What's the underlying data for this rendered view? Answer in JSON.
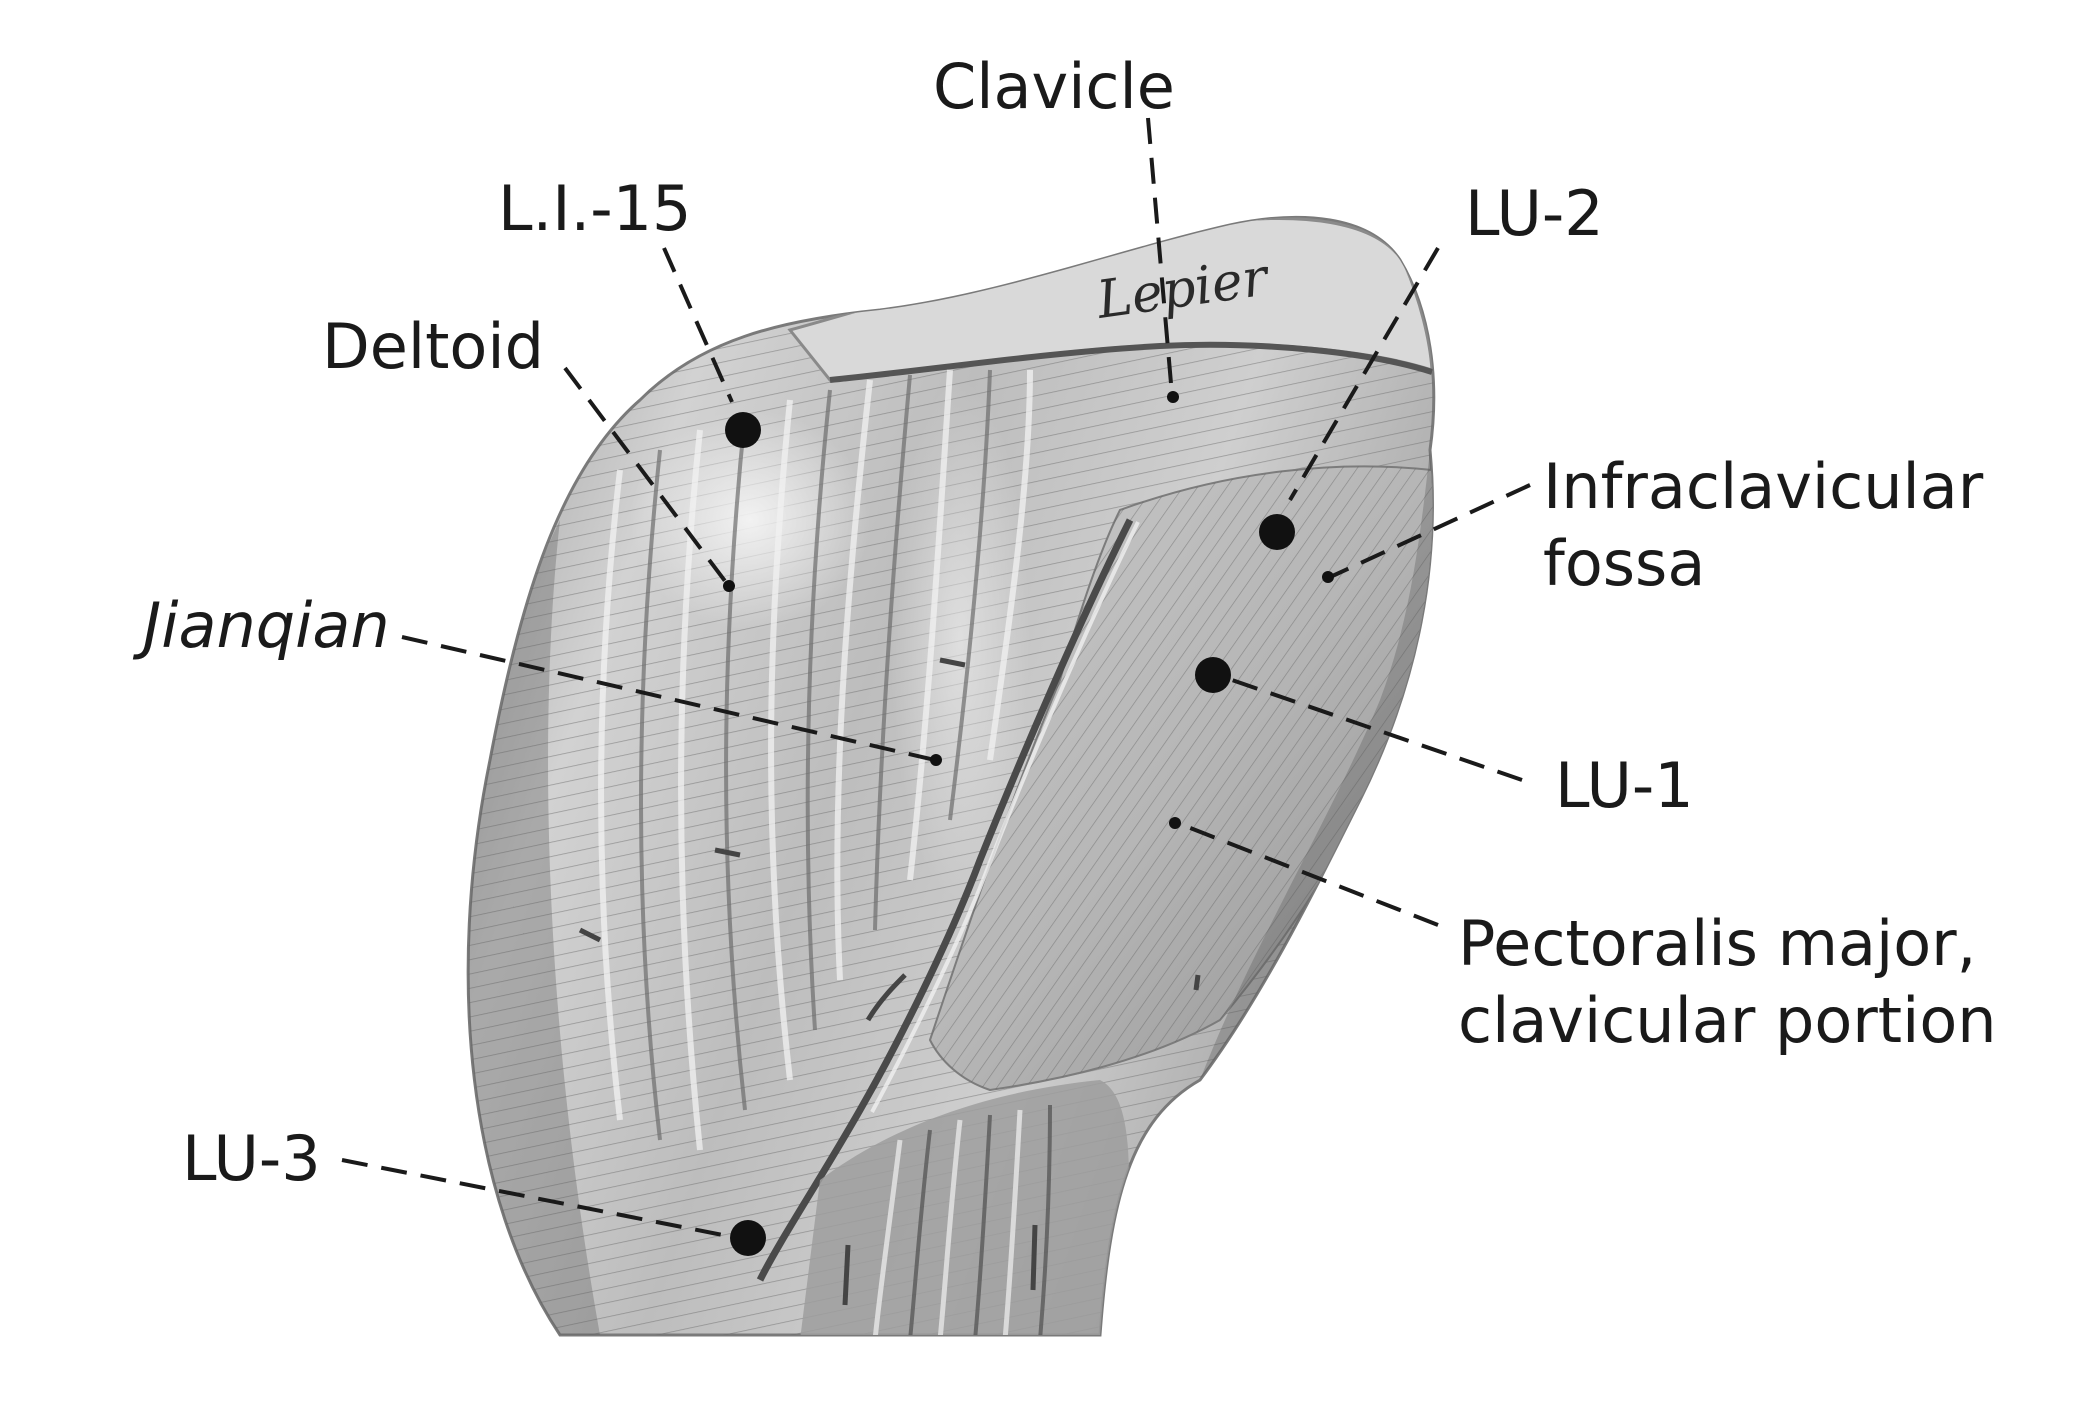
{
  "labels": {
    "clavicle": "Clavicle",
    "li15": "L.I.-15",
    "lu2": "LU-2",
    "deltoid": "Deltoid",
    "infraclavicular_1": "Infraclavicular",
    "infraclavicular_2": "fossa",
    "jianqian": "Jianqian",
    "lu1": "LU-1",
    "pectoralis_1": "Pectoralis major,",
    "pectoralis_2": "clavicular portion",
    "lu3": "LU-3"
  },
  "signature": "Lepier",
  "colors": {
    "ink": "#1a1a1a",
    "muscle_light": "#e6e6e6",
    "muscle_mid": "#a9a9a9",
    "muscle_dark": "#5a5a5a"
  }
}
